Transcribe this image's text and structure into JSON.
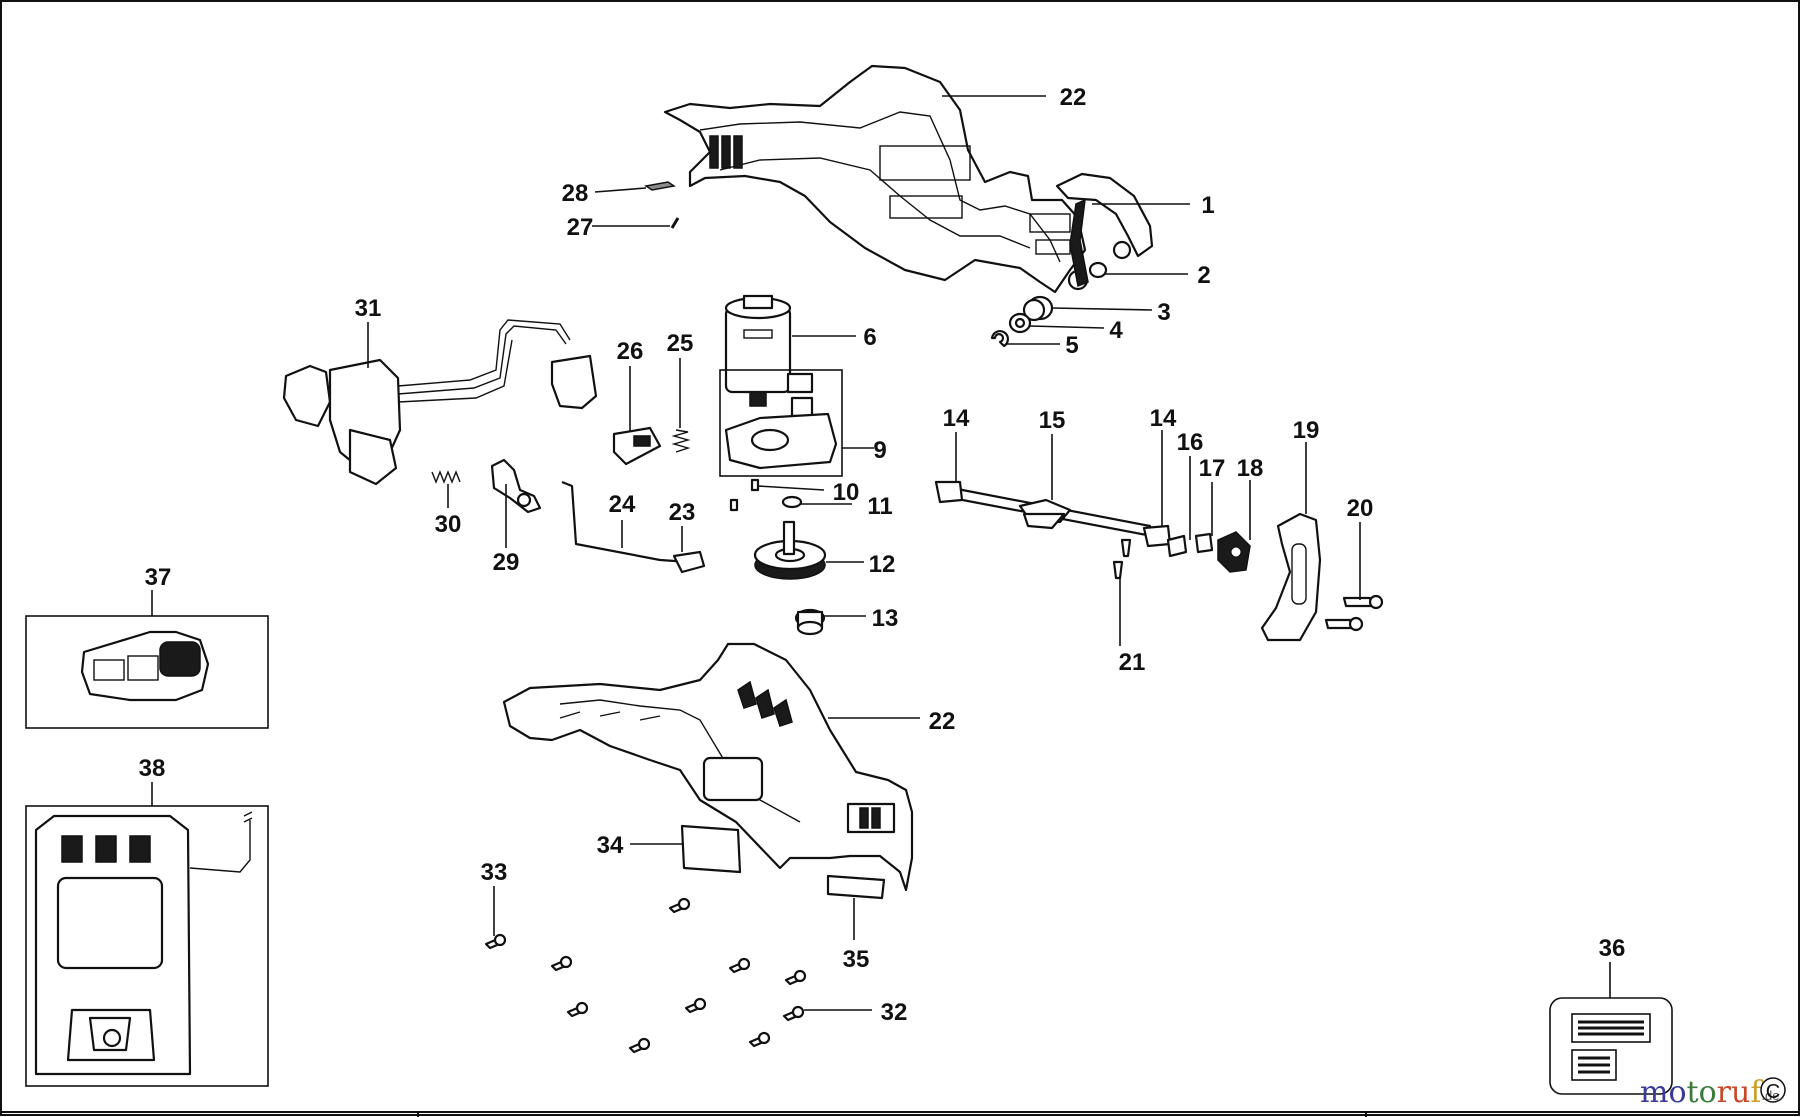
{
  "parts": [
    {
      "id": "p1",
      "label": "1"
    },
    {
      "id": "p2",
      "label": "2"
    },
    {
      "id": "p3",
      "label": "3"
    },
    {
      "id": "p4",
      "label": "4"
    },
    {
      "id": "p5",
      "label": "5"
    },
    {
      "id": "p6",
      "label": "6"
    },
    {
      "id": "p9",
      "label": "9"
    },
    {
      "id": "p10",
      "label": "10"
    },
    {
      "id": "p11",
      "label": "11"
    },
    {
      "id": "p12",
      "label": "12"
    },
    {
      "id": "p13",
      "label": "13"
    },
    {
      "id": "p14a",
      "label": "14"
    },
    {
      "id": "p14b",
      "label": "14"
    },
    {
      "id": "p15",
      "label": "15"
    },
    {
      "id": "p16",
      "label": "16"
    },
    {
      "id": "p17",
      "label": "17"
    },
    {
      "id": "p18",
      "label": "18"
    },
    {
      "id": "p19",
      "label": "19"
    },
    {
      "id": "p20",
      "label": "20"
    },
    {
      "id": "p21",
      "label": "21"
    },
    {
      "id": "p22a",
      "label": "22"
    },
    {
      "id": "p22b",
      "label": "22"
    },
    {
      "id": "p23",
      "label": "23"
    },
    {
      "id": "p24",
      "label": "24"
    },
    {
      "id": "p25",
      "label": "25"
    },
    {
      "id": "p26",
      "label": "26"
    },
    {
      "id": "p27",
      "label": "27"
    },
    {
      "id": "p28",
      "label": "28"
    },
    {
      "id": "p29",
      "label": "29"
    },
    {
      "id": "p30",
      "label": "30"
    },
    {
      "id": "p31",
      "label": "31"
    },
    {
      "id": "p32",
      "label": "32"
    },
    {
      "id": "p33",
      "label": "33"
    },
    {
      "id": "p34",
      "label": "34"
    },
    {
      "id": "p35",
      "label": "35"
    },
    {
      "id": "p36",
      "label": "36"
    },
    {
      "id": "p37",
      "label": "37"
    },
    {
      "id": "p38",
      "label": "38"
    }
  ],
  "watermark": {
    "parts": [
      "mo",
      "to",
      "ru",
      "f"
    ],
    "suffix": ".de",
    "corner_glyph": "C"
  },
  "colors": {
    "ink": "#111111",
    "watermark_blue": "#3a3a9a",
    "watermark_green": "#3a7a3a",
    "watermark_red": "#c94a2a",
    "watermark_gold": "#c9a02a"
  }
}
